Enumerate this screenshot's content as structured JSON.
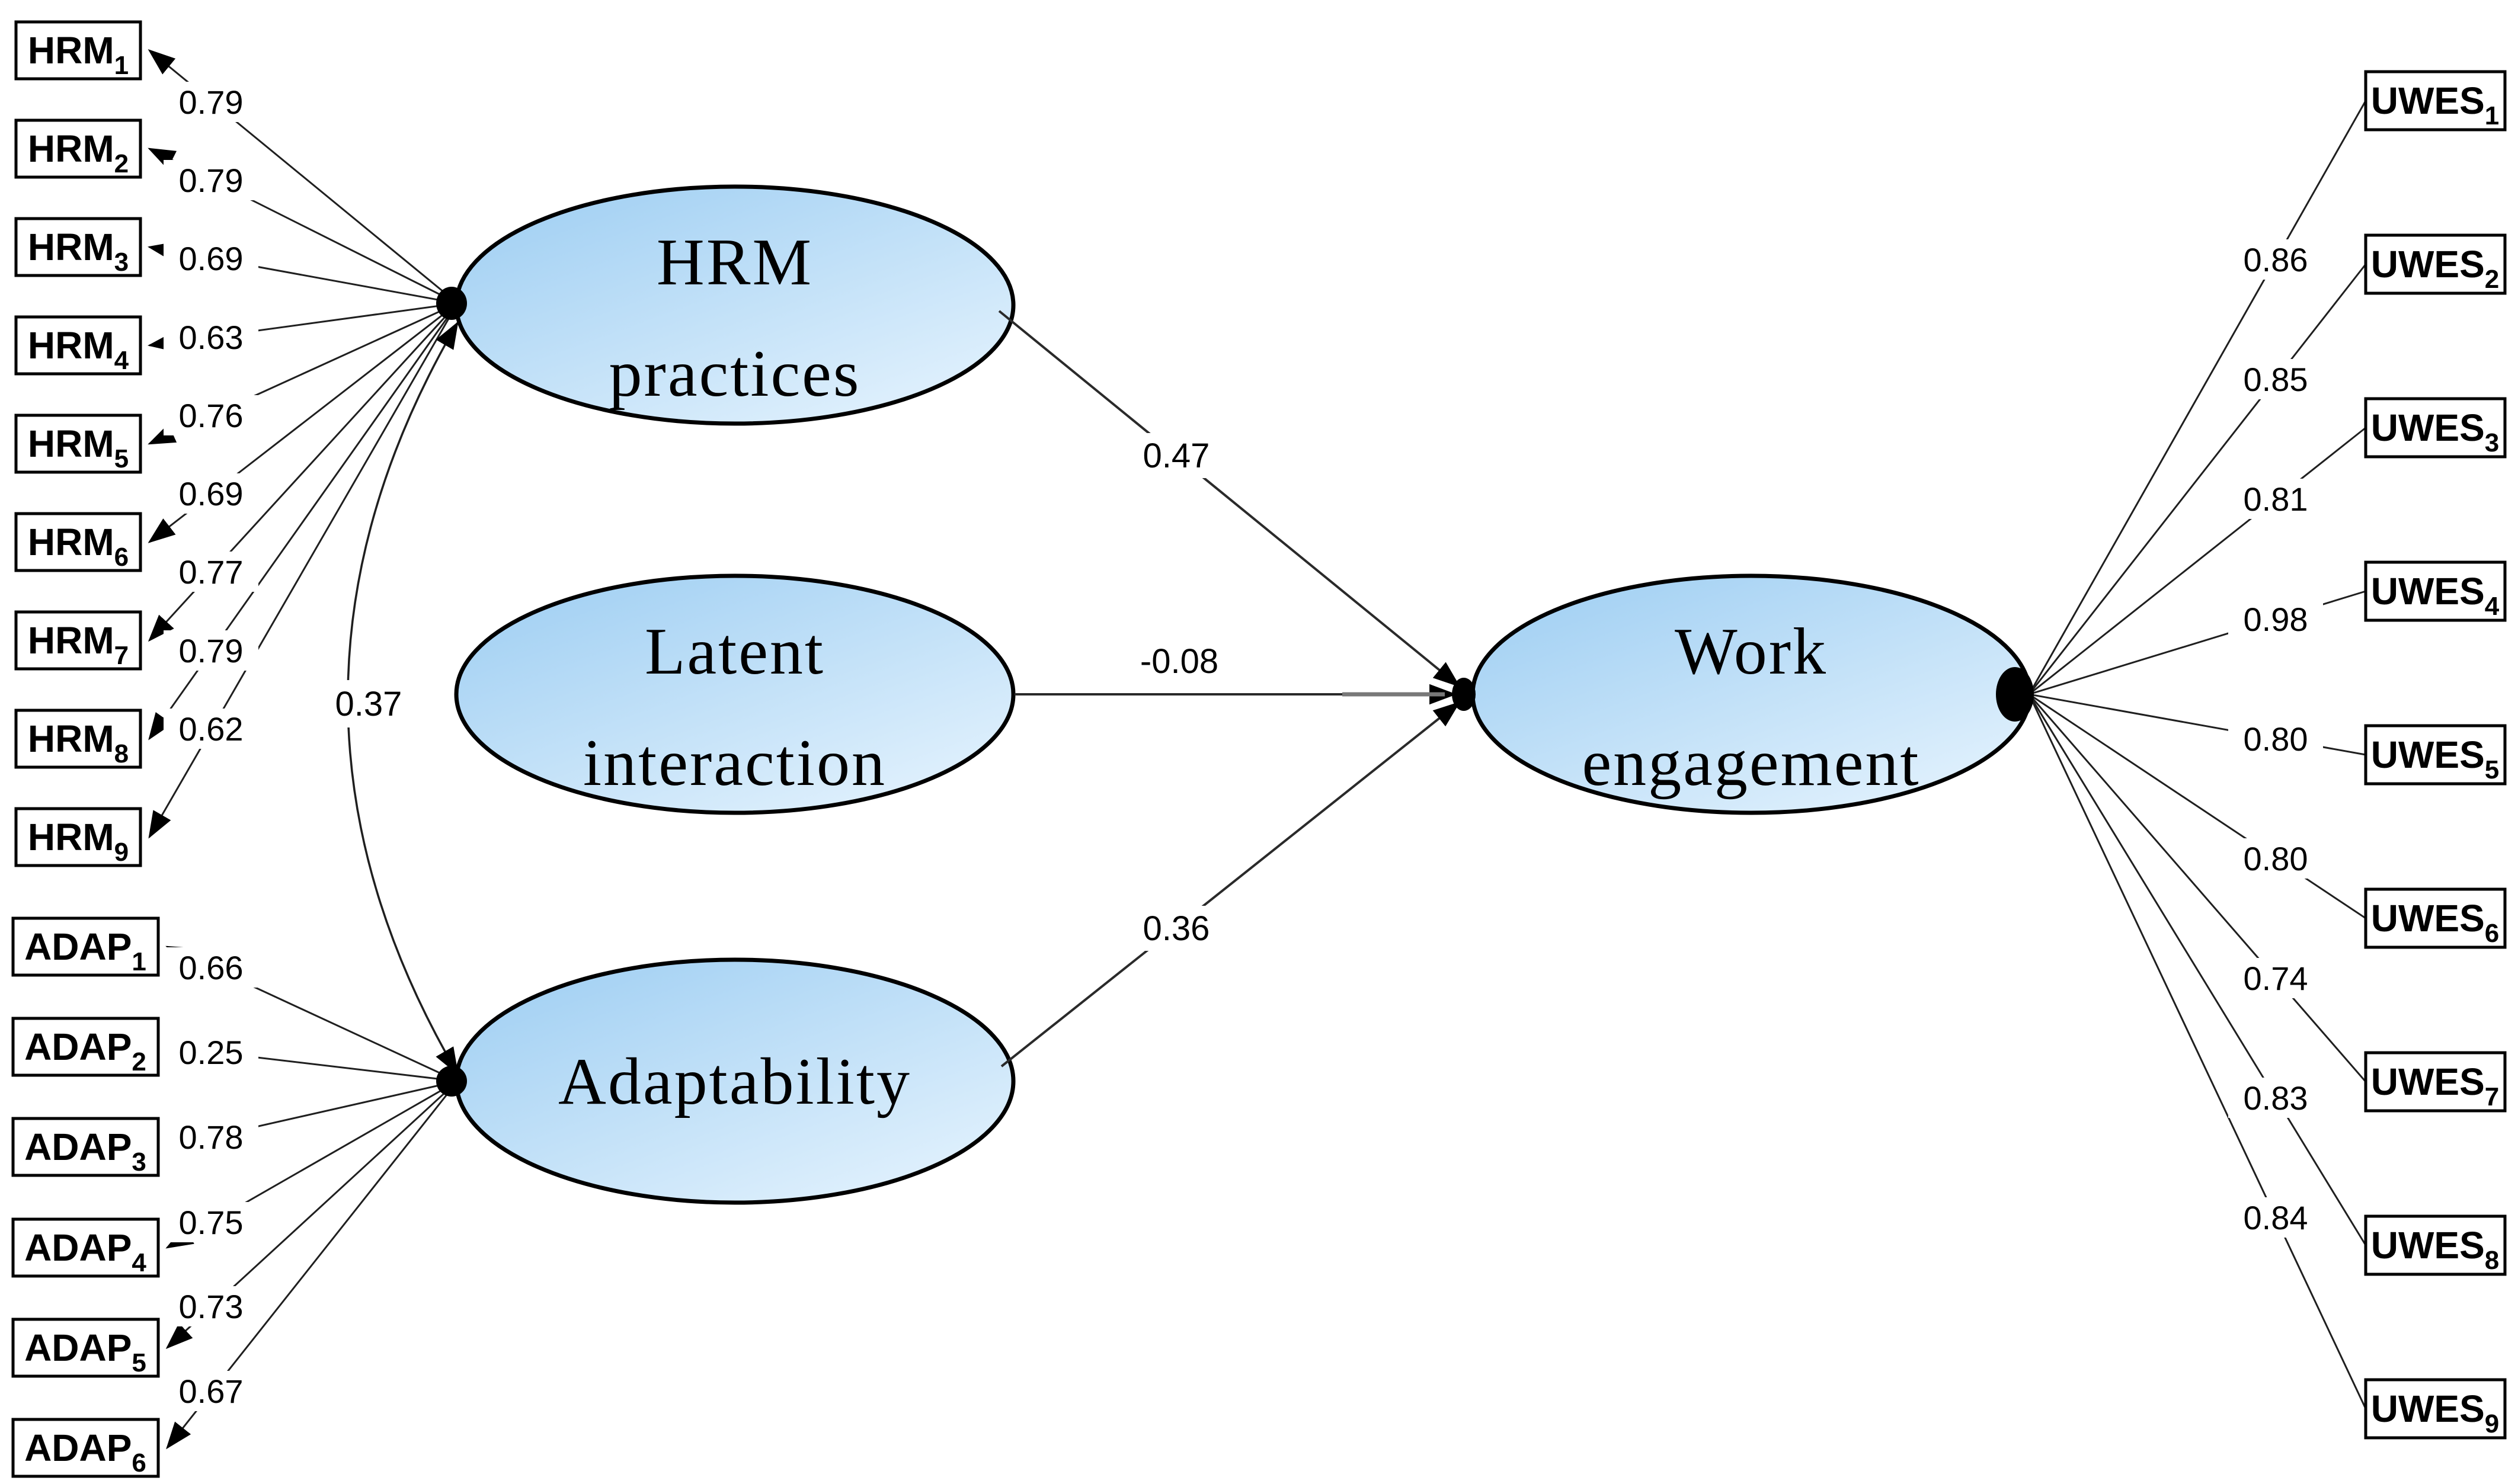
{
  "diagram": {
    "type": "sem-path-diagram",
    "background_color": "#ffffff",
    "node_gradient": {
      "start": "#9ccdf2",
      "end": "#e3f2fd"
    },
    "line_color": "#1f1f1f",
    "latents": [
      {
        "name": "HRM practices",
        "label_lines": [
          "HRM",
          "practices"
        ]
      },
      {
        "name": "Latent interaction",
        "label_lines": [
          "Latent",
          "interaction"
        ]
      },
      {
        "name": "Adaptability",
        "label_lines": [
          "Adaptability"
        ]
      },
      {
        "name": "Work engagement",
        "label_lines": [
          "Work",
          "engagement"
        ]
      }
    ],
    "structural_paths": [
      {
        "from": "HRM practices",
        "to": "Work engagement",
        "coefficient": "0.47"
      },
      {
        "from": "Latent interaction",
        "to": "Work engagement",
        "coefficient": "-0.08"
      },
      {
        "from": "Adaptability",
        "to": "Work engagement",
        "coefficient": "0.36"
      }
    ],
    "covariance": {
      "between": [
        "HRM practices",
        "Adaptability"
      ],
      "value": "0.37"
    },
    "indicators": {
      "hrm": [
        {
          "base": "HRM",
          "sub": "1",
          "loading": "0.79"
        },
        {
          "base": "HRM",
          "sub": "2",
          "loading": "0.79"
        },
        {
          "base": "HRM",
          "sub": "3",
          "loading": "0.69"
        },
        {
          "base": "HRM",
          "sub": "4",
          "loading": "0.63"
        },
        {
          "base": "HRM",
          "sub": "5",
          "loading": "0.76"
        },
        {
          "base": "HRM",
          "sub": "6",
          "loading": "0.69"
        },
        {
          "base": "HRM",
          "sub": "7",
          "loading": "0.77"
        },
        {
          "base": "HRM",
          "sub": "8",
          "loading": "0.79"
        },
        {
          "base": "HRM",
          "sub": "9",
          "loading": "0.62"
        }
      ],
      "adap": [
        {
          "base": "ADAP",
          "sub": "1",
          "loading": "0.66"
        },
        {
          "base": "ADAP",
          "sub": "2",
          "loading": "0.25"
        },
        {
          "base": "ADAP",
          "sub": "3",
          "loading": "0.78"
        },
        {
          "base": "ADAP",
          "sub": "4",
          "loading": "0.75"
        },
        {
          "base": "ADAP",
          "sub": "5",
          "loading": "0.73"
        },
        {
          "base": "ADAP",
          "sub": "6",
          "loading": "0.67"
        }
      ],
      "uwes": [
        {
          "base": "UWES",
          "sub": "1",
          "loading": "0.86"
        },
        {
          "base": "UWES",
          "sub": "2",
          "loading": "0.85"
        },
        {
          "base": "UWES",
          "sub": "3",
          "loading": "0.81"
        },
        {
          "base": "UWES",
          "sub": "4",
          "loading": "0.98"
        },
        {
          "base": "UWES",
          "sub": "5",
          "loading": "0.80"
        },
        {
          "base": "UWES",
          "sub": "6",
          "loading": "0.80"
        },
        {
          "base": "UWES",
          "sub": "7",
          "loading": "0.74"
        },
        {
          "base": "UWES",
          "sub": "8",
          "loading": "0.83"
        },
        {
          "base": "UWES",
          "sub": "9",
          "loading": "0.84"
        }
      ]
    }
  }
}
